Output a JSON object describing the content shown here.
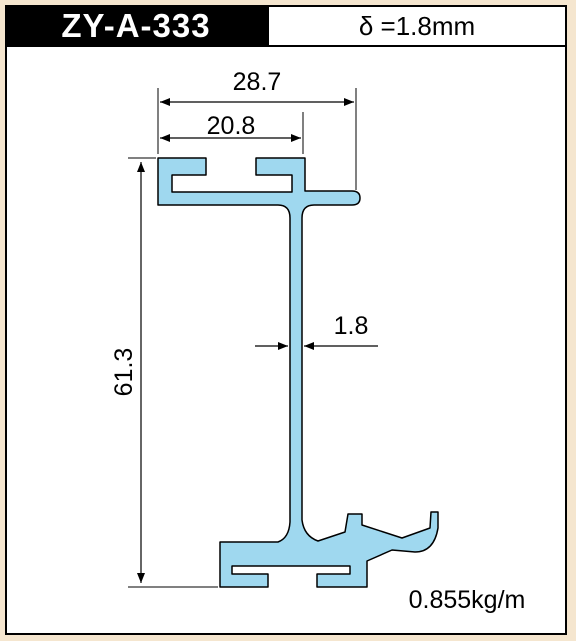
{
  "header": {
    "model": "ZY-A-333",
    "thickness": "δ =1.8mm"
  },
  "dimensions": {
    "overall_width": "28.7",
    "slot_width": "20.8",
    "web_thickness": "1.8",
    "height": "61.3"
  },
  "weight": "0.855kg/m",
  "colors": {
    "profile_fill": "#9fd8ef",
    "line": "#000000",
    "background": "#f5e6cf"
  }
}
